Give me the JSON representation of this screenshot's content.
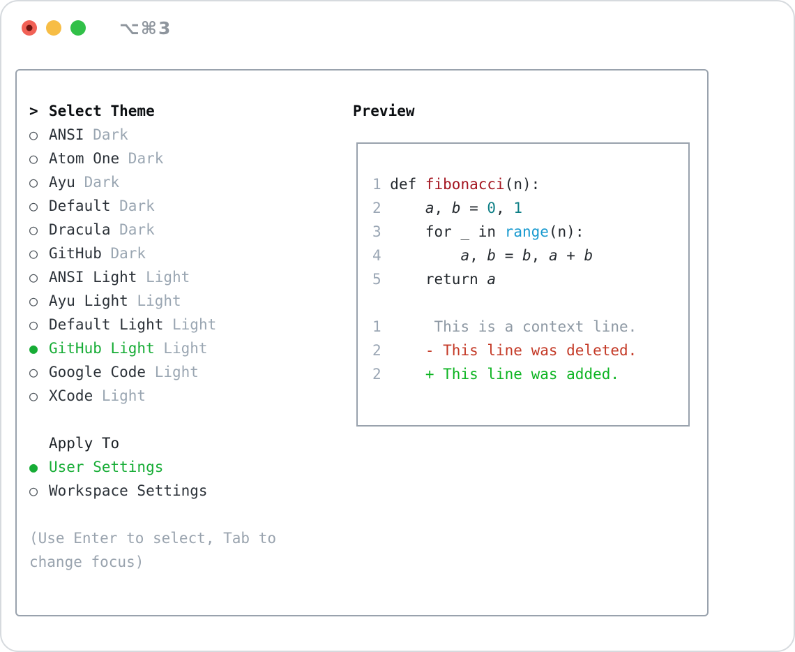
{
  "window": {
    "title": "⌥⌘3",
    "traffic_lights": [
      "close",
      "minimize",
      "zoom"
    ]
  },
  "colors": {
    "window_border": "#d6dade",
    "border": "#99a2ad",
    "header": "#0b0e11",
    "text": "#2b3138",
    "tag": "#9aa6b2",
    "green": "#16ac35",
    "footer": "#99a3ae",
    "title": "#8e959d",
    "gutter": "#9aa6b4",
    "code": "#24292e",
    "func": "#a41621",
    "number": "#0e7f86",
    "builtin": "#1799cf",
    "ctx": "#8e99a4",
    "del": "#c43a27",
    "add": "#0db422",
    "light_red": "#f16156",
    "light_yellow": "#f7bd45",
    "light_green": "#31c048",
    "light_red_dot": "#6f1410"
  },
  "left": {
    "rows": [
      {
        "type": "header",
        "label": "Select Theme"
      },
      {
        "type": "option",
        "state": "off",
        "label": "ANSI",
        "tag": "Dark"
      },
      {
        "type": "option",
        "state": "off",
        "label": "Atom One",
        "tag": "Dark"
      },
      {
        "type": "option",
        "state": "off",
        "label": "Ayu",
        "tag": "Dark"
      },
      {
        "type": "option",
        "state": "off",
        "label": "Default",
        "tag": "Dark"
      },
      {
        "type": "option",
        "state": "off",
        "label": "Dracula",
        "tag": "Dark"
      },
      {
        "type": "option",
        "state": "off",
        "label": "GitHub",
        "tag": "Dark"
      },
      {
        "type": "option",
        "state": "off",
        "label": "ANSI Light",
        "tag": "Light"
      },
      {
        "type": "option",
        "state": "off",
        "label": "Ayu Light",
        "tag": "Light"
      },
      {
        "type": "option",
        "state": "off",
        "label": "Default Light",
        "tag": "Light"
      },
      {
        "type": "option",
        "state": "on",
        "label": "GitHub Light",
        "tag": "Light"
      },
      {
        "type": "option",
        "state": "off",
        "label": "Google Code",
        "tag": "Light"
      },
      {
        "type": "option",
        "state": "off",
        "label": "XCode",
        "tag": "Light"
      },
      {
        "type": "blank"
      },
      {
        "type": "label",
        "label": "Apply To"
      },
      {
        "type": "option",
        "state": "on",
        "label": "User Settings"
      },
      {
        "type": "option",
        "state": "off",
        "label": "Workspace Settings"
      },
      {
        "type": "blank"
      },
      {
        "type": "text",
        "label": "(Use Enter to select, Tab to"
      },
      {
        "type": "text",
        "label": "change focus)"
      }
    ],
    "hint_full": "(Use Enter to select, Tab to change focus)"
  },
  "preview": {
    "title": "Preview",
    "lines": [
      [
        [
          "g",
          "1 "
        ],
        [
          "d",
          "def "
        ],
        [
          "f",
          "fibonacci"
        ],
        [
          "d",
          "(n):"
        ]
      ],
      [
        [
          "g",
          "2 "
        ],
        [
          "d",
          "    "
        ],
        [
          "v",
          "a"
        ],
        [
          "d",
          ", "
        ],
        [
          "v",
          "b"
        ],
        [
          "d",
          " = "
        ],
        [
          "n",
          "0"
        ],
        [
          "d",
          ", "
        ],
        [
          "n",
          "1"
        ]
      ],
      [
        [
          "g",
          "3 "
        ],
        [
          "d",
          "    for _ in "
        ],
        [
          "b",
          "range"
        ],
        [
          "d",
          "(n):"
        ]
      ],
      [
        [
          "g",
          "4 "
        ],
        [
          "d",
          "        "
        ],
        [
          "v",
          "a"
        ],
        [
          "d",
          ", "
        ],
        [
          "v",
          "b"
        ],
        [
          "d",
          " = "
        ],
        [
          "v",
          "b"
        ],
        [
          "d",
          ", "
        ],
        [
          "v",
          "a"
        ],
        [
          "d",
          " + "
        ],
        [
          "v",
          "b"
        ]
      ],
      [
        [
          "g",
          "5 "
        ],
        [
          "d",
          "    return "
        ],
        [
          "v",
          "a"
        ]
      ],
      [],
      [
        [
          "g",
          "1 "
        ],
        [
          "ctx",
          "     This is a context line."
        ]
      ],
      [
        [
          "g",
          "2 "
        ],
        [
          "d",
          "    "
        ],
        [
          "del",
          "- This line was deleted."
        ]
      ],
      [
        [
          "g",
          "2 "
        ],
        [
          "d",
          "    "
        ],
        [
          "add",
          "+ This line was added."
        ]
      ]
    ]
  }
}
